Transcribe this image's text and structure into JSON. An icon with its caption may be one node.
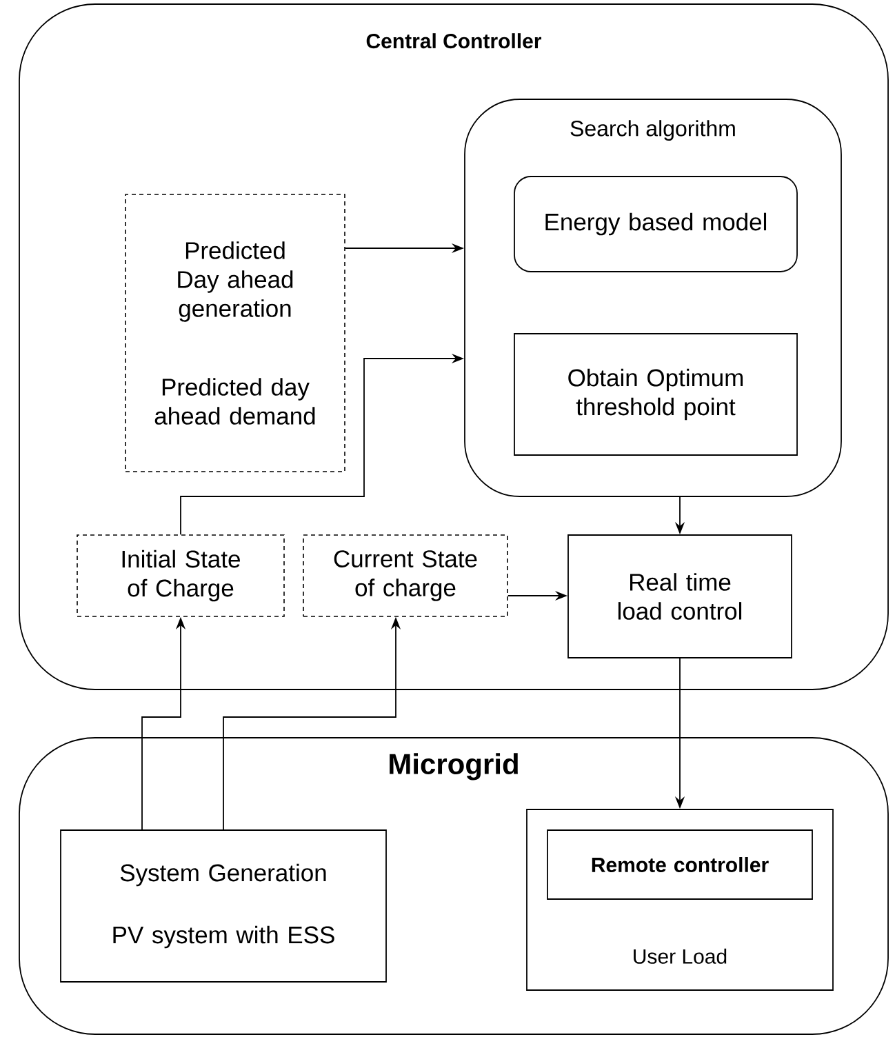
{
  "diagram": {
    "nodes": [
      {
        "text": [
          "Central Controller"
        ]
      },
      {
        "text": [
          "Predicted Day ahead generation",
          "Predicted day ahead demand"
        ],
        "in": 0
      },
      {
        "text": [
          "Search algorithm"
        ],
        "in": 0
      },
      {
        "text": [
          "Energy based model"
        ],
        "in": 2
      },
      {
        "text": [
          "Obtain Optimum threshold point"
        ],
        "in": 2
      },
      {
        "text": [
          "Initial State of Charge"
        ],
        "in": 0
      },
      {
        "text": [
          "Current State of charge"
        ],
        "in": 0
      },
      {
        "text": [
          "Real time load control"
        ],
        "in": 0
      },
      {
        "text": [
          "Microgrid"
        ]
      },
      {
        "text": [
          "System Generation",
          "PV system with ESS"
        ],
        "in": 8
      },
      {
        "text": [
          "User Load"
        ],
        "in": 8
      },
      {
        "text": [
          "Remote controller"
        ],
        "in": 10
      }
    ],
    "edges": [
      {
        "from": 1,
        "to": 2,
        "arrow": "to"
      },
      {
        "from": 5,
        "to": 2,
        "arrow": "to"
      },
      {
        "from": 2,
        "to": 7,
        "arrow": "to"
      },
      {
        "from": 6,
        "to": 7,
        "arrow": "to"
      },
      {
        "from": 9,
        "to": 5,
        "arrow": "to"
      },
      {
        "from": 9,
        "to": 6,
        "arrow": "to"
      },
      {
        "from": 7,
        "to": 10,
        "arrow": "to"
      }
    ]
  }
}
